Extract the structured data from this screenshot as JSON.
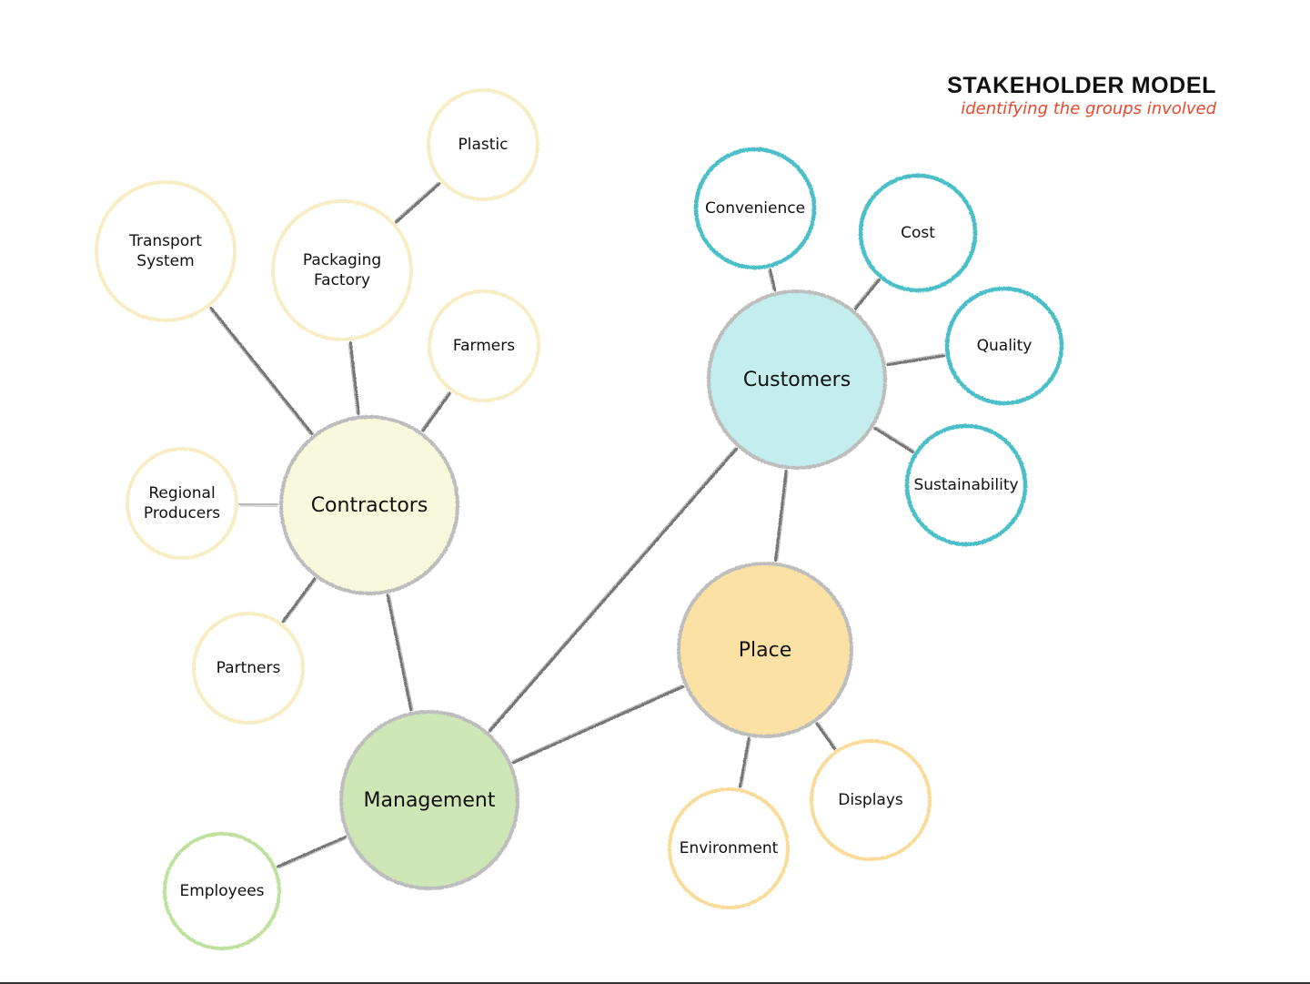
{
  "header": {
    "title": "STAKEHOLDER MODEL",
    "subtitle": "identifying the groups involved"
  },
  "colors": {
    "contractors_fill": "#f7f8dc",
    "contractors_ring": "#f7ecc4",
    "customers_fill": "#c4eeee",
    "customers_ring": "#4cbfc8",
    "place_fill": "#fbe2a4",
    "place_ring": "#f9dc9a",
    "management_fill": "#cfe6b6",
    "management_ring": "#bfe1a0",
    "hub_outline": "#bdbdbd",
    "subtitle": "#e8492d",
    "edge": "#6b6b6b"
  },
  "nodes": {
    "contractors": {
      "label": "Contractors",
      "type": "hub",
      "group": "contractors"
    },
    "customers": {
      "label": "Customers",
      "type": "hub",
      "group": "customers"
    },
    "place": {
      "label": "Place",
      "type": "hub",
      "group": "place"
    },
    "management": {
      "label": "Management",
      "type": "hub",
      "group": "management"
    },
    "plastic": {
      "label": "Plastic",
      "type": "leaf",
      "group": "contractors"
    },
    "transport_system": {
      "label": "Transport\nSystem",
      "type": "leaf",
      "group": "contractors"
    },
    "packaging_factory": {
      "label": "Packaging\nFactory",
      "type": "leaf",
      "group": "contractors"
    },
    "farmers": {
      "label": "Farmers",
      "type": "leaf",
      "group": "contractors"
    },
    "regional_producers": {
      "label": "Regional\nProducers",
      "type": "leaf",
      "group": "contractors"
    },
    "partners": {
      "label": "Partners",
      "type": "leaf",
      "group": "contractors"
    },
    "convenience": {
      "label": "Convenience",
      "type": "leaf",
      "group": "customers"
    },
    "cost": {
      "label": "Cost",
      "type": "leaf",
      "group": "customers"
    },
    "quality": {
      "label": "Quality",
      "type": "leaf",
      "group": "customers"
    },
    "sustainability": {
      "label": "Sustainability",
      "type": "leaf",
      "group": "customers"
    },
    "environment": {
      "label": "Environment",
      "type": "leaf",
      "group": "place"
    },
    "displays": {
      "label": "Displays",
      "type": "leaf",
      "group": "place"
    },
    "employees": {
      "label": "Employees",
      "type": "leaf",
      "group": "management"
    }
  },
  "edges": [
    [
      "packaging_factory",
      "plastic"
    ],
    [
      "contractors",
      "transport_system"
    ],
    [
      "contractors",
      "packaging_factory"
    ],
    [
      "contractors",
      "farmers"
    ],
    [
      "contractors",
      "regional_producers"
    ],
    [
      "contractors",
      "partners"
    ],
    [
      "contractors",
      "management"
    ],
    [
      "management",
      "customers"
    ],
    [
      "management",
      "place"
    ],
    [
      "management",
      "employees"
    ],
    [
      "customers",
      "convenience"
    ],
    [
      "customers",
      "cost"
    ],
    [
      "customers",
      "quality"
    ],
    [
      "customers",
      "sustainability"
    ],
    [
      "customers",
      "place"
    ],
    [
      "place",
      "environment"
    ],
    [
      "place",
      "displays"
    ]
  ]
}
